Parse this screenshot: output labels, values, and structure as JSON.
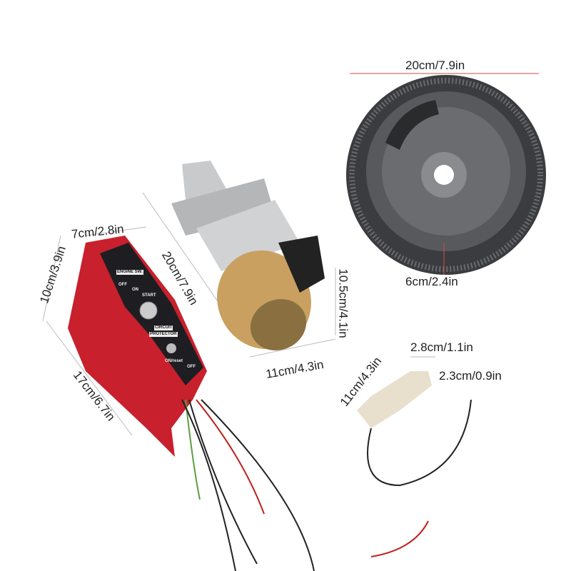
{
  "dimensions": {
    "flywheel_diameter": "20cm/7.9in",
    "flywheel_thickness": "6cm/2.4in",
    "starter_length": "20cm/7.9in",
    "starter_height": "10.5cm/4.1in",
    "starter_width": "11cm/4.3in",
    "switch_width": "7cm/2.8in",
    "switch_depth": "10cm/3.9in",
    "switch_length": "17cm/6.7in",
    "coil_length": "11cm/4.3in",
    "coil_width": "2.8cm/1.1in",
    "coil_height": "2.3cm/0.9in"
  },
  "switch_box": {
    "engine_label": "ENGINE SW.",
    "positions": [
      "OFF",
      "ON",
      "START"
    ],
    "protector_label_1": "CIRCUIT",
    "protector_label_2": "PROTECTOR",
    "protector_positions": [
      "ON/reset",
      "OFF"
    ]
  },
  "colors": {
    "switch_red": "#c8202c",
    "flywheel": "#4a4b4e",
    "dimension_line": "#d94a4a"
  }
}
